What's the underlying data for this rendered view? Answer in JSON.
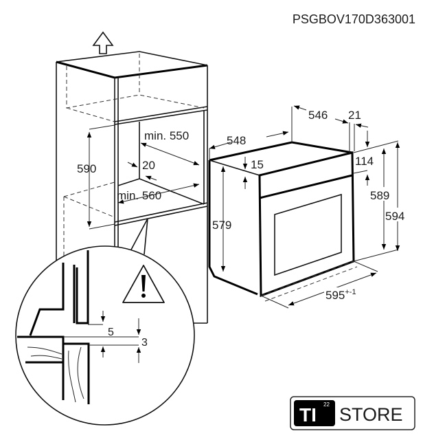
{
  "diagram": {
    "model_code": "PSGBOV170D363001",
    "cabinet": {
      "height_opening": "590",
      "depth_min": "min. 550",
      "width_min": "min. 560",
      "gap_back": "20"
    },
    "oven": {
      "depth_total": "548",
      "depth_body": "546",
      "front_thickness": "21",
      "top_offset": "15",
      "panel_height": "114",
      "body_height": "589",
      "total_height": "594",
      "side_height": "579",
      "width": "595",
      "width_tolerance": "+-1"
    },
    "detail": {
      "gap_top": "5",
      "gap_bottom": "3",
      "warning_icon": "warning-triangle-icon"
    },
    "logo": {
      "brand_mark": "TI",
      "brand_sup": "22",
      "brand_word": "STORE"
    }
  }
}
